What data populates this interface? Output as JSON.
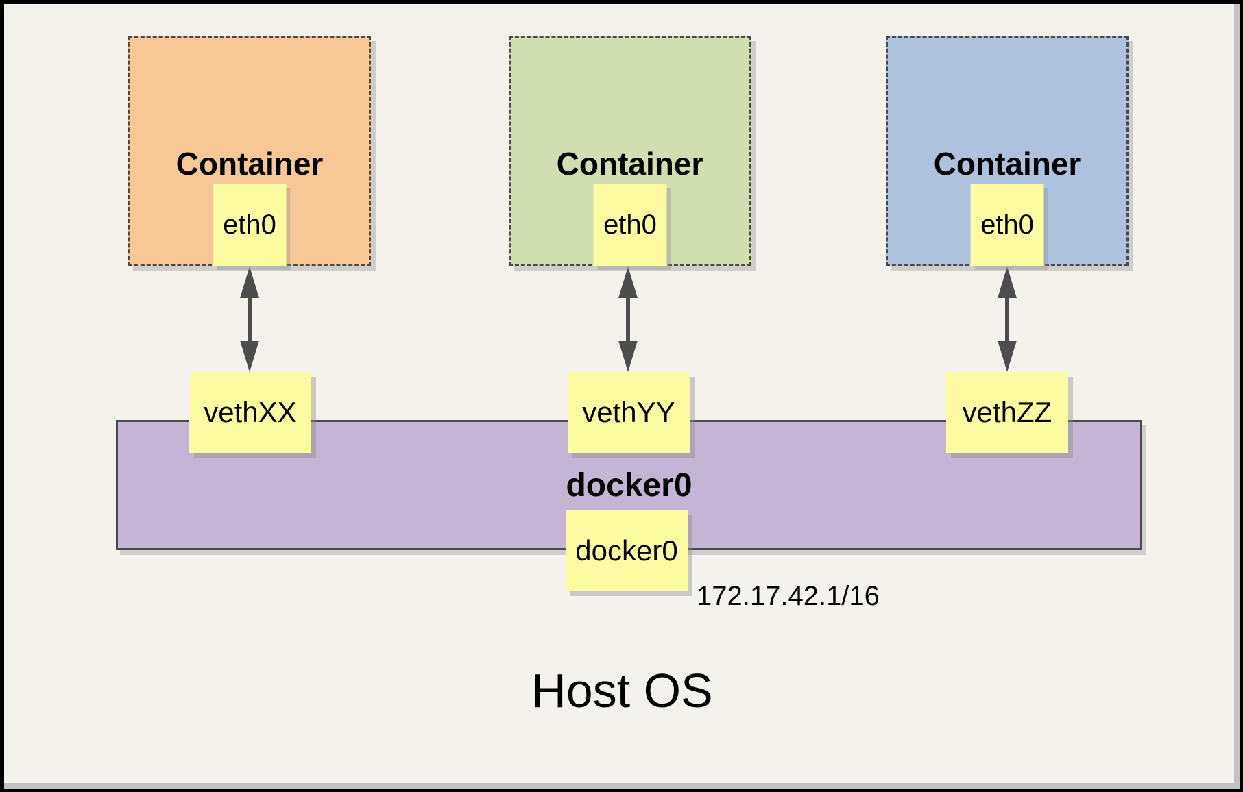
{
  "diagram": {
    "containers": [
      {
        "title": "Container",
        "interface": "eth0",
        "fill": "#F7C896"
      },
      {
        "title": "Container",
        "interface": "eth0",
        "fill": "#D0DEB0"
      },
      {
        "title": "Container",
        "interface": "eth0",
        "fill": "#AEC2DE"
      }
    ],
    "veth_interfaces": [
      {
        "label": "vethXX"
      },
      {
        "label": "vethYY"
      },
      {
        "label": "vethZZ"
      }
    ],
    "bridge": {
      "name": "docker0",
      "interface": "docker0",
      "ip_cidr": "172.17.42.1/16",
      "fill": "#C4B5D4"
    },
    "host": {
      "label": "Host OS"
    },
    "palette": {
      "background": "#F4F2ED",
      "note_yellow": "#FBFBA2",
      "line_dark": "#4A4A4A",
      "arrow_gray": "#4D4D4D",
      "frame_black": "#000000",
      "frame_gray": "#C3C3C3"
    }
  }
}
